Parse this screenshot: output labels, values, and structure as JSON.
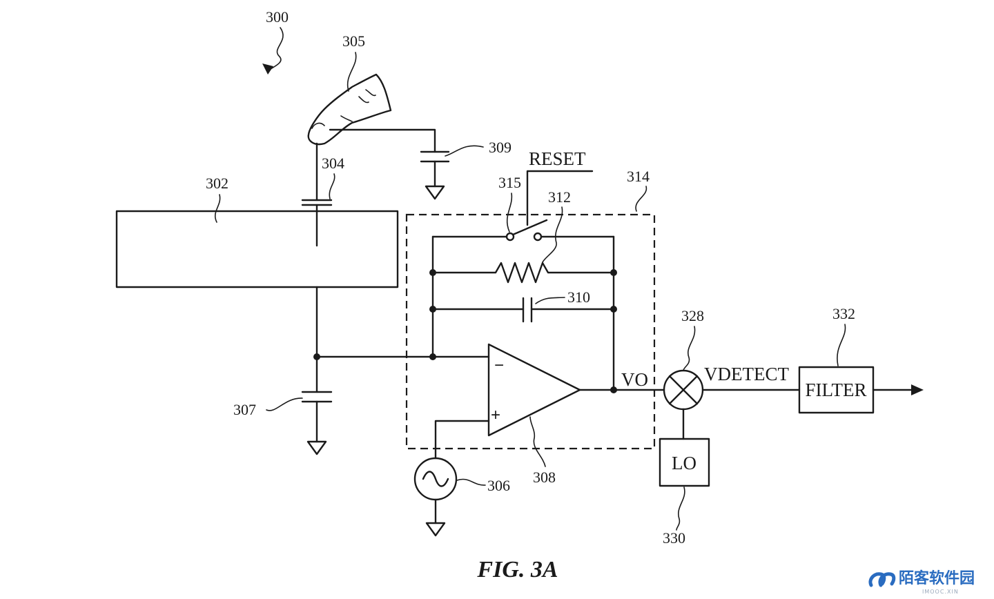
{
  "figure": {
    "caption": "FIG. 3A"
  },
  "signals": {
    "reset": "RESET",
    "vo": "VO",
    "vdetect": "VDETECT"
  },
  "blocks": {
    "filter": "FILTER",
    "lo": "LO"
  },
  "opamp": {
    "minus": "−",
    "plus": "+"
  },
  "refs": {
    "r300": "300",
    "r302": "302",
    "r304": "304",
    "r305": "305",
    "r306": "306",
    "r307": "307",
    "r308": "308",
    "r309": "309",
    "r310": "310",
    "r312": "312",
    "r314": "314",
    "r315": "315",
    "r328": "328",
    "r330": "330",
    "r332": "332"
  },
  "watermark": {
    "name": "陌客软件园",
    "domain": "IMOOC.XIN",
    "color": "#2a6cc0"
  }
}
